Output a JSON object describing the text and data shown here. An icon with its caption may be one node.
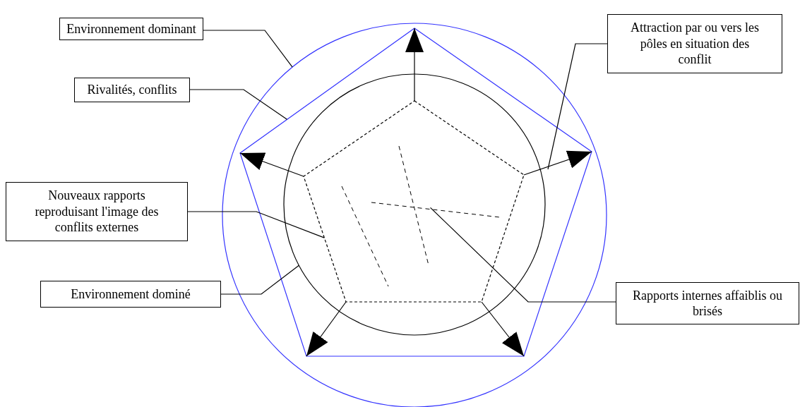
{
  "diagram": {
    "nodes": [
      {
        "text": [
          "Environnement dominant"
        ]
      },
      {
        "text": [
          "Attraction par ou vers les pôles en situation des conflit"
        ]
      },
      {
        "text": [
          "Rivalités, conflits"
        ]
      },
      {
        "text": [
          "Nouveaux rapports reproduisant l'image des conflits externes"
        ]
      },
      {
        "text": [
          "Environnement dominé"
        ]
      },
      {
        "text": [
          "Rapports internes affaiblis ou brisés"
        ]
      },
      {
        "text": [],
        "shape": "circle"
      },
      {
        "text": [],
        "shape": "pentagon",
        "in": 6
      },
      {
        "text": [],
        "shape": "circle",
        "in": 7
      },
      {
        "text": [],
        "shape": "pentagon",
        "in": 8
      }
    ],
    "edges": [
      {
        "from": 0,
        "to": 6,
        "arrow": "none"
      },
      {
        "from": 1,
        "to": 7,
        "arrow": "none"
      },
      {
        "from": 2,
        "to": 7,
        "arrow": "none"
      },
      {
        "from": 3,
        "to": 9,
        "arrow": "none"
      },
      {
        "from": 4,
        "to": 8,
        "arrow": "none"
      },
      {
        "from": 5,
        "to": 9,
        "arrow": "none"
      },
      {
        "from": 9,
        "to": 7,
        "arrow": "to"
      },
      {
        "from": 9,
        "to": 7,
        "arrow": "to"
      },
      {
        "from": 9,
        "to": 7,
        "arrow": "to"
      },
      {
        "from": 9,
        "to": 7,
        "arrow": "to"
      },
      {
        "from": 9,
        "to": 7,
        "arrow": "to"
      }
    ]
  }
}
